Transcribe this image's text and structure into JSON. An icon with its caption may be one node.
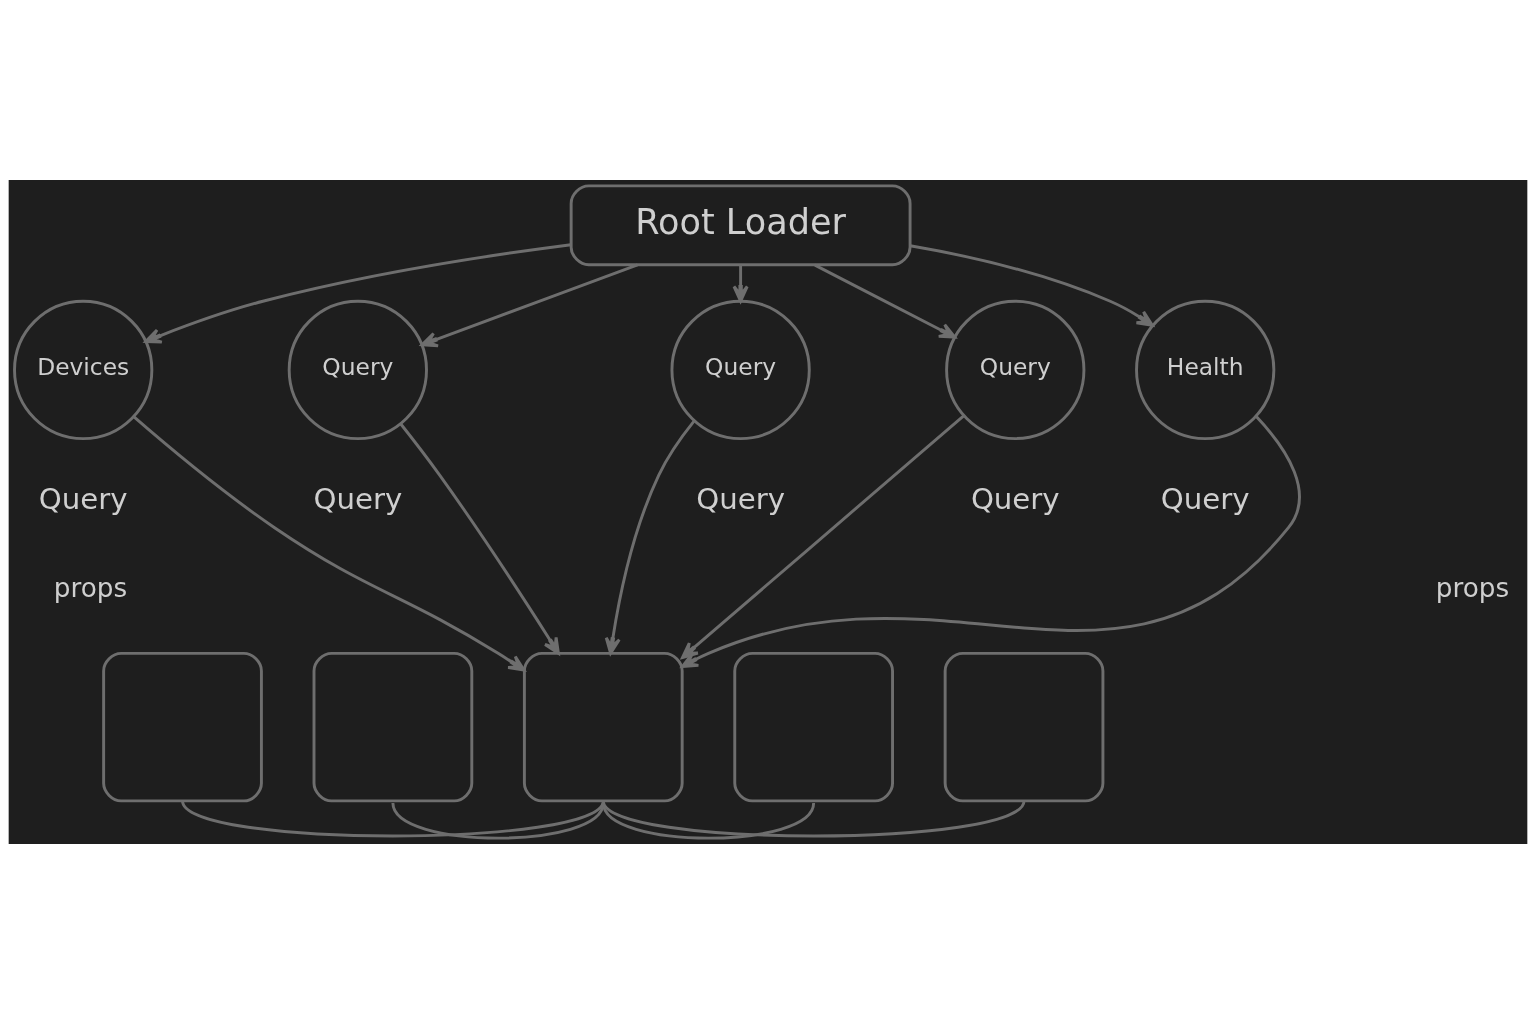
{
  "diagram": {
    "nodes": [
      {
        "text": [
          "Root Loader"
        ]
      },
      {
        "text": [
          "Devices"
        ],
        "beside": [
          "Query"
        ]
      },
      {
        "text": [
          "Query"
        ],
        "beside": [
          "Query"
        ]
      },
      {
        "text": [
          "Query"
        ],
        "beside": [
          "Query"
        ]
      },
      {
        "text": [
          "Query"
        ],
        "beside": [
          "Query"
        ]
      },
      {
        "text": [
          "Health"
        ],
        "beside": [
          "Query"
        ]
      },
      {
        "text": [],
        "shape": "box"
      },
      {
        "text": [],
        "shape": "box"
      },
      {
        "text": [],
        "shape": "box"
      },
      {
        "text": [],
        "shape": "box"
      },
      {
        "text": [],
        "shape": "box"
      }
    ],
    "edges": [
      {
        "from": 0,
        "to": 1,
        "arrow": "to"
      },
      {
        "from": 0,
        "to": 2,
        "arrow": "to"
      },
      {
        "from": 0,
        "to": 3,
        "arrow": "to"
      },
      {
        "from": 0,
        "to": 4,
        "arrow": "to"
      },
      {
        "from": 0,
        "to": 5,
        "arrow": "to"
      },
      {
        "from": 1,
        "to": 8,
        "arrow": "to"
      },
      {
        "from": 2,
        "to": 8,
        "arrow": "to"
      },
      {
        "from": 3,
        "to": 8,
        "arrow": "to"
      },
      {
        "from": 4,
        "to": 8,
        "arrow": "to"
      },
      {
        "from": 5,
        "to": 8,
        "arrow": "to"
      },
      {
        "from": 6,
        "to": 8,
        "arrow": "none"
      },
      {
        "from": 7,
        "to": 8,
        "arrow": "none"
      },
      {
        "from": 9,
        "to": 8,
        "arrow": "none"
      },
      {
        "from": 10,
        "to": 8,
        "arrow": "none"
      }
    ],
    "labels": [
      "props",
      "props"
    ]
  }
}
